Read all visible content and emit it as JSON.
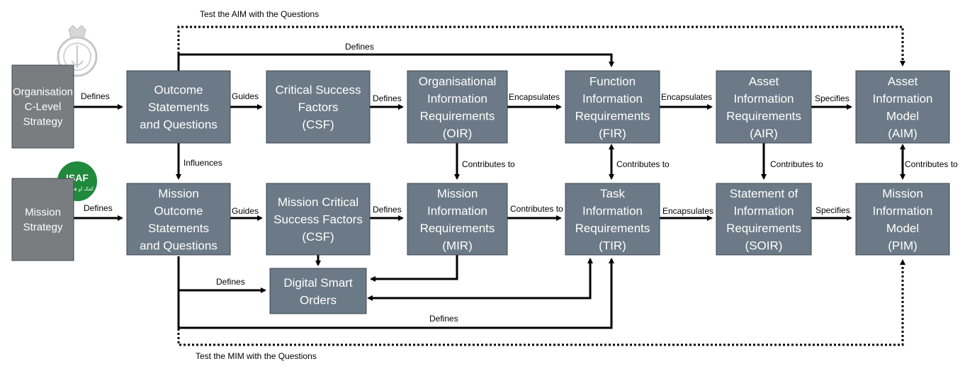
{
  "boxes": {
    "org": [
      "Organisation",
      "C-Level",
      "Strategy"
    ],
    "mission_strategy": [
      "Mission",
      "Strategy"
    ],
    "outcome": [
      "Outcome",
      "Statements",
      "and Questions"
    ],
    "csf": [
      "Critical Success",
      "Factors",
      "(CSF)"
    ],
    "oir": [
      "Organisational",
      "Information",
      "Requirements",
      "(OIR)"
    ],
    "fir": [
      "Function",
      "Information",
      "Requirements",
      "(FIR)"
    ],
    "air": [
      "Asset",
      "Information",
      "Requirements",
      "(AIR)"
    ],
    "aim": [
      "Asset",
      "Information",
      "Model",
      "(AIM)"
    ],
    "mission_outcome": [
      "Mission",
      "Outcome",
      "Statements",
      "and Questions"
    ],
    "mission_csf": [
      "Mission Critical",
      "Success Factors",
      "(CSF)"
    ],
    "mir": [
      "Mission",
      "Information",
      "Requirements",
      "(MIR)"
    ],
    "tir": [
      "Task",
      "Information",
      "Requirements",
      "(TIR)"
    ],
    "soir": [
      "Statement of",
      "Information",
      "Requirements",
      "(SOIR)"
    ],
    "pim": [
      "Mission",
      "Information",
      "Model",
      "(PIM)"
    ],
    "dso": [
      "Digital Smart",
      "Orders"
    ]
  },
  "labels": {
    "test_aim": "Test the AIM with the Questions",
    "test_mim": "Test the MIM with the Questions",
    "defines": "Defines",
    "guides": "Guides",
    "encapsulates": "Encapsulates",
    "specifies": "Specifies",
    "influences": "Influences",
    "contributes_to": "Contributes to"
  },
  "logos": {
    "isaf_text": "ISAF",
    "isaf_subtext": "کمک او همکاری"
  },
  "colors": {
    "box_fill": "#6b7a86",
    "left_box_fill": "#7a7d80",
    "isaf_green": "#1f8a3b"
  }
}
